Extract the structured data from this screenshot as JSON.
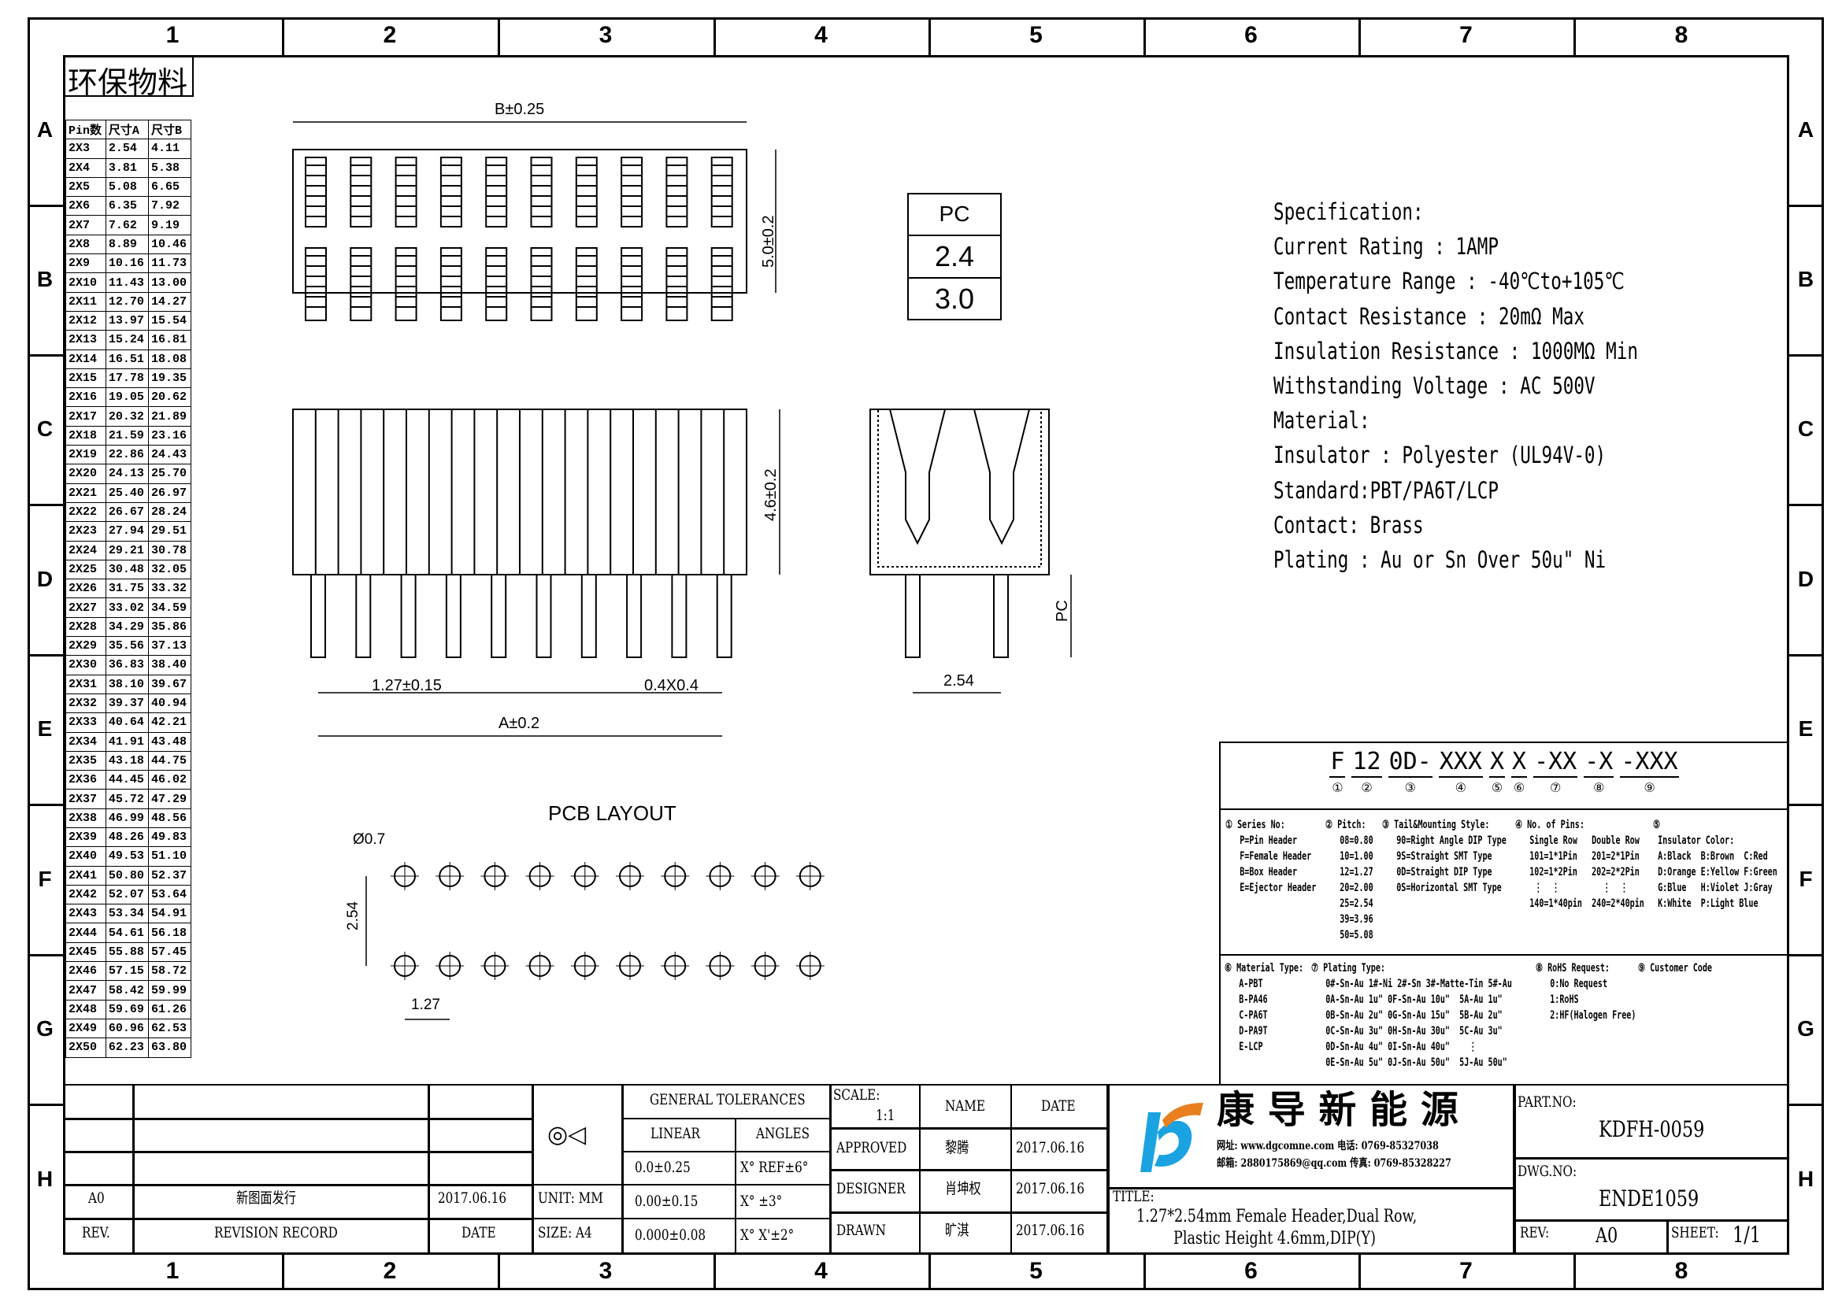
{
  "frame": {
    "columns": [
      "1",
      "2",
      "3",
      "4",
      "5",
      "6",
      "7",
      "8"
    ],
    "rows": [
      "A",
      "B",
      "C",
      "D",
      "E",
      "F",
      "G",
      "H"
    ]
  },
  "eco_label": "环保物料",
  "size_table": {
    "headers": [
      "Pin数",
      "尺寸A",
      "尺寸B"
    ],
    "rows": [
      [
        "2X3",
        "2.54",
        "4.11"
      ],
      [
        "2X4",
        "3.81",
        "5.38"
      ],
      [
        "2X5",
        "5.08",
        "6.65"
      ],
      [
        "2X6",
        "6.35",
        "7.92"
      ],
      [
        "2X7",
        "7.62",
        "9.19"
      ],
      [
        "2X8",
        "8.89",
        "10.46"
      ],
      [
        "2X9",
        "10.16",
        "11.73"
      ],
      [
        "2X10",
        "11.43",
        "13.00"
      ],
      [
        "2X11",
        "12.70",
        "14.27"
      ],
      [
        "2X12",
        "13.97",
        "15.54"
      ],
      [
        "2X13",
        "15.24",
        "16.81"
      ],
      [
        "2X14",
        "16.51",
        "18.08"
      ],
      [
        "2X15",
        "17.78",
        "19.35"
      ],
      [
        "2X16",
        "19.05",
        "20.62"
      ],
      [
        "2X17",
        "20.32",
        "21.89"
      ],
      [
        "2X18",
        "21.59",
        "23.16"
      ],
      [
        "2X19",
        "22.86",
        "24.43"
      ],
      [
        "2X20",
        "24.13",
        "25.70"
      ],
      [
        "2X21",
        "25.40",
        "26.97"
      ],
      [
        "2X22",
        "26.67",
        "28.24"
      ],
      [
        "2X23",
        "27.94",
        "29.51"
      ],
      [
        "2X24",
        "29.21",
        "30.78"
      ],
      [
        "2X25",
        "30.48",
        "32.05"
      ],
      [
        "2X26",
        "31.75",
        "33.32"
      ],
      [
        "2X27",
        "33.02",
        "34.59"
      ],
      [
        "2X28",
        "34.29",
        "35.86"
      ],
      [
        "2X29",
        "35.56",
        "37.13"
      ],
      [
        "2X30",
        "36.83",
        "38.40"
      ],
      [
        "2X31",
        "38.10",
        "39.67"
      ],
      [
        "2X32",
        "39.37",
        "40.94"
      ],
      [
        "2X33",
        "40.64",
        "42.21"
      ],
      [
        "2X34",
        "41.91",
        "43.48"
      ],
      [
        "2X35",
        "43.18",
        "44.75"
      ],
      [
        "2X36",
        "44.45",
        "46.02"
      ],
      [
        "2X37",
        "45.72",
        "47.29"
      ],
      [
        "2X38",
        "46.99",
        "48.56"
      ],
      [
        "2X39",
        "48.26",
        "49.83"
      ],
      [
        "2X40",
        "49.53",
        "51.10"
      ],
      [
        "2X41",
        "50.80",
        "52.37"
      ],
      [
        "2X42",
        "52.07",
        "53.64"
      ],
      [
        "2X43",
        "53.34",
        "54.91"
      ],
      [
        "2X44",
        "54.61",
        "56.18"
      ],
      [
        "2X45",
        "55.88",
        "57.45"
      ],
      [
        "2X46",
        "57.15",
        "58.72"
      ],
      [
        "2X47",
        "58.42",
        "59.99"
      ],
      [
        "2X48",
        "59.69",
        "61.26"
      ],
      [
        "2X49",
        "60.96",
        "62.53"
      ],
      [
        "2X50",
        "62.23",
        "63.80"
      ]
    ]
  },
  "dims": {
    "b": "B±0.25",
    "height_top": "5.0±0.2",
    "height_front": "4.6±0.2",
    "pitch": "1.27±0.15",
    "pin": "0.4X0.4",
    "a": "A±0.2",
    "side_pitch": "2.54",
    "pc": "PC",
    "pcb_title": "PCB LAYOUT",
    "hole": "Ø0.7",
    "pcb_row": "2.54",
    "pcb_pitch": "1.27"
  },
  "pc_box": [
    "PC",
    "2.4",
    "3.0"
  ],
  "spec": {
    "lines": [
      "Specification:",
      "Current Rating : 1AMP",
      "Temperature Range : -40℃to+105℃",
      "Contact Resistance : 20mΩ Max",
      "Insulation Resistance : 1000MΩ Min",
      "Withstanding Voltage : AC 500V",
      "Material:",
      "  Insulator : Polyester (UL94V-0)",
      "        Standard:PBT/PA6T/LCP",
      "  Contact: Brass",
      "Plating : Au or Sn Over 50u\" Ni"
    ]
  },
  "part_code": {
    "segments": [
      {
        "code": "F",
        "num": "①"
      },
      {
        "code": "12",
        "num": "②"
      },
      {
        "code": "0D-",
        "num": "③"
      },
      {
        "code": "XXX",
        "num": "④"
      },
      {
        "code": "X",
        "num": "⑤"
      },
      {
        "code": "X",
        "num": "⑥"
      },
      {
        "code": "-XX",
        "num": "⑦"
      },
      {
        "code": "-X",
        "num": "⑧"
      },
      {
        "code": "-XXX",
        "num": "⑨"
      }
    ],
    "legend_top": [
      "① Series No:\n   P=Pin Header\n   F=Female Header\n   B=Box Header\n   E=Ejector Header",
      "② Pitch:\n   08=0.80\n   10=1.00\n   12=1.27\n   20=2.00\n   25=2.54\n   39=3.96\n   50=5.08",
      "③ Tail&Mounting Style:\n   90=Right Angle DIP Type\n   9S=Straight SMT Type\n   0D=Straight DIP Type\n   0S=Horizontal SMT Type",
      "④ No. of Pins:\n   Single Row   Double Row\n   101=1*1Pin   201=2*1Pin\n   102=1*2Pin   202=2*2Pin\n    ⋮  ⋮         ⋮  ⋮\n   140=1*40pin  240=2*40pin",
      "⑤\n Insulator Color:\n A:Black  B:Brown  C:Red\n D:Orange E:Yellow F:Green\n G:Blue   H:Violet J:Gray\n K:White  P:Light Blue"
    ],
    "legend_bottom": [
      "⑥ Material Type:\n   A-PBT\n   B-PA46\n   C-PA6T\n   D-PA9T\n   E-LCP",
      "⑦ Plating Type:\n   0#-Sn-Au 1#-Ni 2#-Sn 3#-Matte-Tin 5#-Au\n   0A-Sn-Au 1u\" 0F-Sn-Au 10u\"  5A-Au 1u\"\n   0B-Sn-Au 2u\" 0G-Sn-Au 15u\"  5B-Au 2u\"\n   0C-Sn-Au 3u\" 0H-Sn-Au 30u\"  5C-Au 3u\"\n   0D-Sn-Au 4u\" 0I-Sn-Au 40u\"    ⋮\n   0E-Sn-Au 5u\" 0J-Sn-Au 50u\"  5J-Au 50u\"",
      "⑧ RoHS Request:\n   0:No Request\n   1:RoHS\n   2:HF(Halogen Free)",
      "⑨ Customer Code"
    ]
  },
  "title_block": {
    "revision": {
      "rev": "A0",
      "record": "新图面发行",
      "date": "2017.06.16",
      "h_rev": "REV.",
      "h_record": "REVISION RECORD",
      "h_date": "DATE"
    },
    "unit": "UNIT: MM",
    "size": "SIZE: A4",
    "tolerances": {
      "title": "GENERAL TOLERANCES",
      "linear": "LINEAR",
      "angles": "ANGLES",
      "lin": [
        "0.0±0.25",
        "0.00±0.15",
        "0.000±0.08"
      ],
      "ang": [
        "X° REF±6°",
        "X° ±3°",
        "X° X'±2°"
      ]
    },
    "scale_label": "SCALE:",
    "scale": "1:1",
    "name_h": "NAME",
    "date_h": "DATE",
    "approved": {
      "label": "APPROVED",
      "name": "黎腾",
      "date": "2017.06.16"
    },
    "designer": {
      "label": "DESIGNER",
      "name": "肖坤权",
      "date": "2017.06.16"
    },
    "drawn": {
      "label": "DRAWN",
      "name": "旷淇",
      "date": "2017.06.16"
    },
    "company": "康 导 新 能 源",
    "company_contact": [
      "网址: www.dgcomne.com  电话: 0769-85327038",
      "邮箱: 2880175869@qq.com 传真: 0769-85328227"
    ],
    "title_label": "TITLE:",
    "title": [
      "1.27*2.54mm Female Header,Dual Row,",
      "Plastic Height 4.6mm,DIP(Y)"
    ],
    "part_no_label": "PART.NO:",
    "part_no": "KDFH-0059",
    "dwg_no_label": "DWG.NO:",
    "dwg_no": "ENDE1059",
    "rev_label": "REV:",
    "rev": "A0",
    "sheet_label": "SHEET:",
    "sheet": "1/1"
  },
  "colors": {
    "logo_blue": "#1aa3e0",
    "logo_orange": "#e8801f"
  }
}
